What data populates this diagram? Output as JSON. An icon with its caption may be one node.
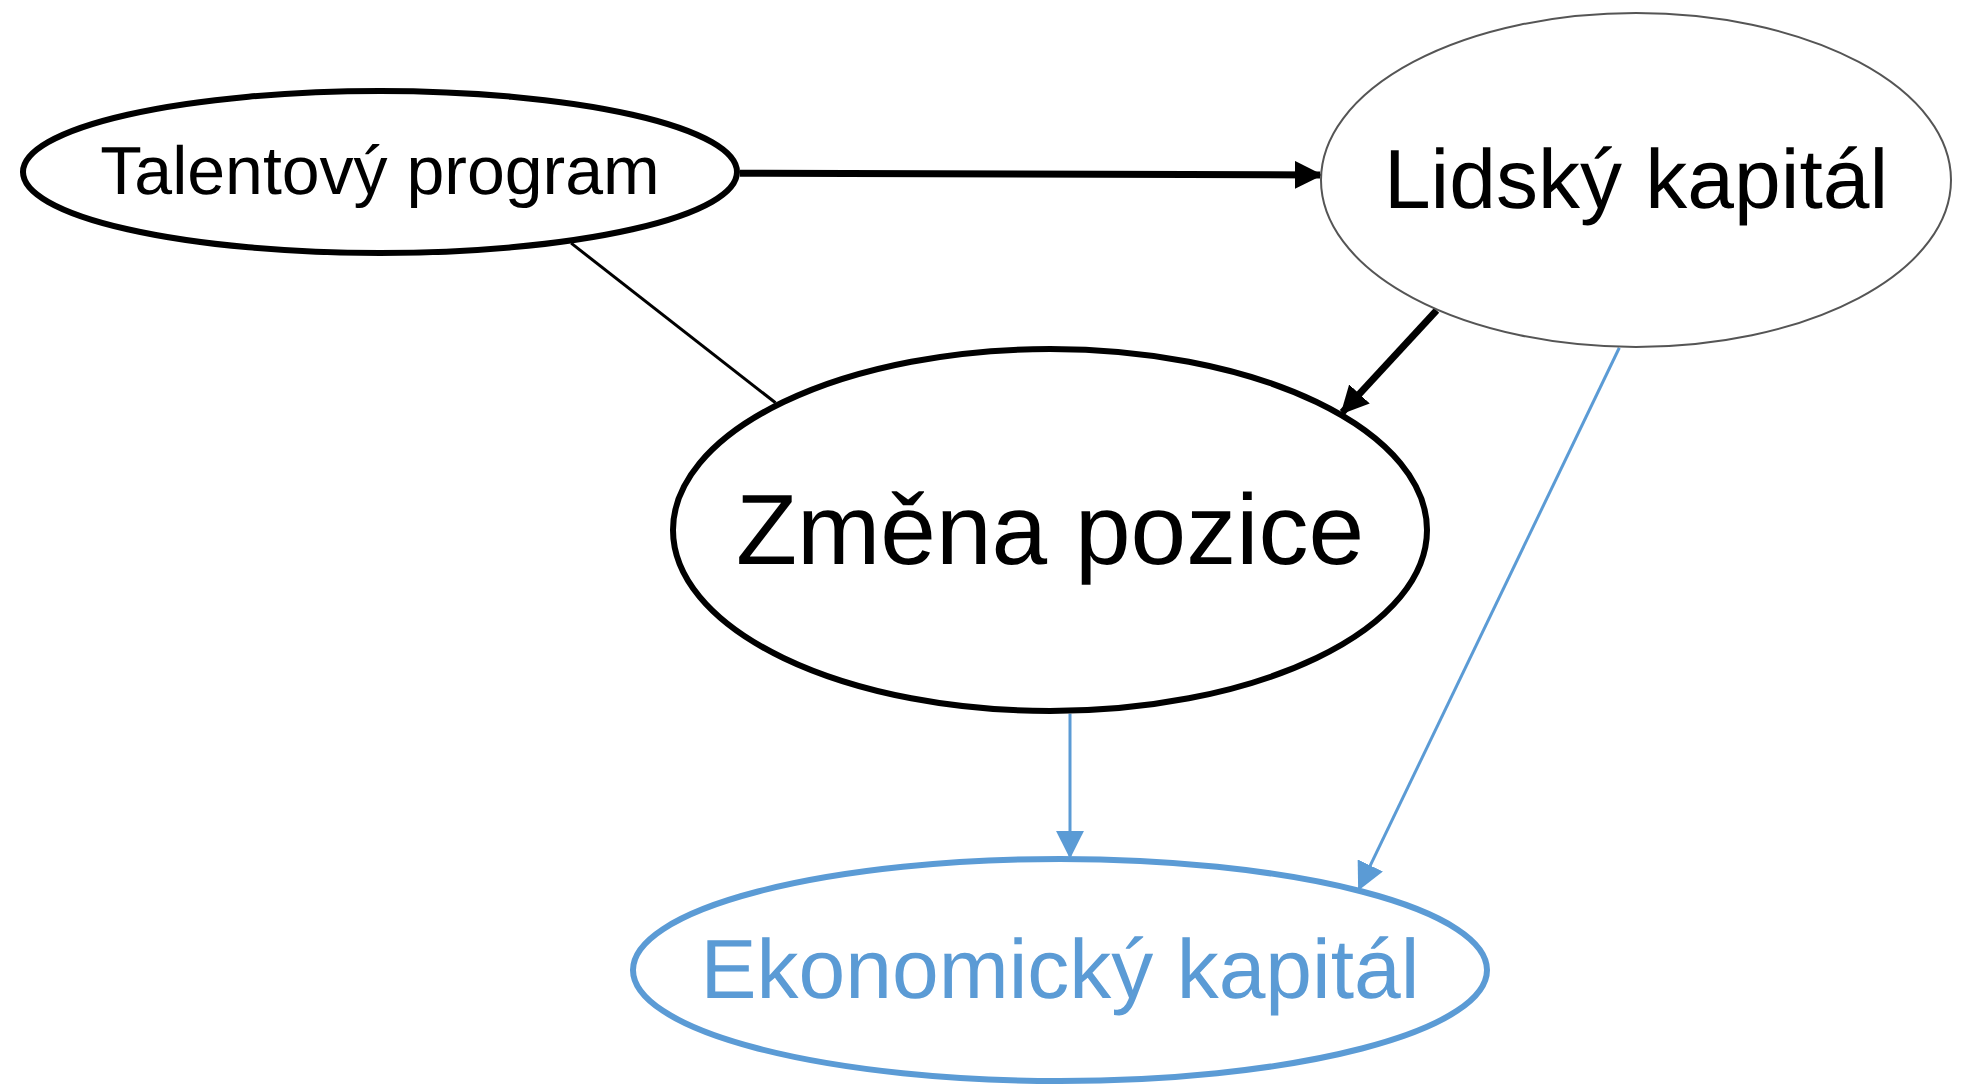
{
  "diagram": {
    "nodes": [
      {
        "text": [
          "Talentový program"
        ]
      },
      {
        "text": [
          "Lidský kapitál"
        ]
      },
      {
        "text": [
          "Změna pozice"
        ]
      },
      {
        "text": [
          "Ekonomický kapitál"
        ]
      }
    ],
    "edges": [
      {
        "from": 0,
        "to": 1,
        "arrow": "to",
        "style": "thick"
      },
      {
        "from": 1,
        "to": 2,
        "arrow": "to",
        "style": "thick"
      },
      {
        "from": 0,
        "to": 2,
        "arrow": "none"
      },
      {
        "from": 2,
        "to": 3,
        "arrow": "to",
        "color": "#5b9bd5"
      },
      {
        "from": 1,
        "to": 3,
        "arrow": "to",
        "color": "#5b9bd5"
      }
    ]
  }
}
